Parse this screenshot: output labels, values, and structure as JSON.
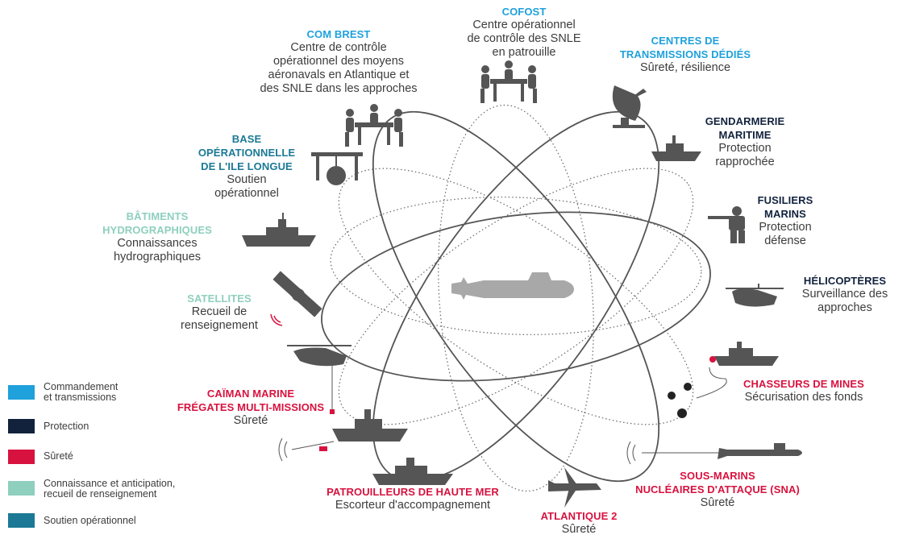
{
  "colors": {
    "commandement": "#1fa1dc",
    "protection": "#12223d",
    "surete": "#d8123f",
    "connaissance": "#8ecfbd",
    "soutien": "#1b7996",
    "icon": "#555555"
  },
  "center": {
    "label": "SNLE"
  },
  "nodes": {
    "cofost": {
      "title": "COFOST",
      "desc": [
        "Centre opérationnel",
        "de contrôle des SNLE",
        "en patrouille"
      ]
    },
    "com_brest": {
      "title": "COM BREST",
      "desc": [
        "Centre de contrôle",
        "opérationnel des moyens",
        "aéronavals en Atlantique et",
        "des SNLE dans les approches"
      ]
    },
    "centres_transmissions": {
      "title": [
        "CENTRES DE",
        "TRANSMISSIONS DÉDIÉS"
      ],
      "desc": [
        "Sûreté, résilience"
      ]
    },
    "gendarmerie": {
      "title": [
        "GENDARMERIE",
        "MARITIME"
      ],
      "desc": [
        "Protection",
        "rapprochée"
      ]
    },
    "base_ile_longue": {
      "title": [
        "BASE",
        "OPÉRATIONNELLE",
        "DE L'ILE LONGUE"
      ],
      "desc": [
        "Soutien",
        "opérationnel"
      ]
    },
    "batiments_hydro": {
      "title": [
        "BÂTIMENTS",
        "HYDROGRAPHIQUES"
      ],
      "desc": [
        "Connaissances",
        "hydrographiques"
      ]
    },
    "fusiliers": {
      "title": [
        "FUSILIERS",
        "MARINS"
      ],
      "desc": [
        "Protection",
        "défense"
      ]
    },
    "helicopteres": {
      "title": "HÉLICOPTÈRES",
      "desc": [
        "Surveillance des",
        "approches"
      ]
    },
    "satellites": {
      "title": "SATELLITES",
      "desc": [
        "Recueil de",
        "renseignement"
      ]
    },
    "chasseurs": {
      "title": "CHASSEURS DE MINES",
      "desc": [
        "Sécurisation des fonds"
      ]
    },
    "caiman": {
      "title": [
        "CAÏMAN MARINE",
        "FRÉGATES MULTI-MISSIONS"
      ],
      "desc": [
        "Sûreté"
      ]
    },
    "sna": {
      "title": [
        "SOUS-MARINS",
        "NUCLÉAIRES D'ATTAQUE (SNA)"
      ],
      "desc": [
        "Sûreté"
      ]
    },
    "patrouilleurs": {
      "title": "PATROUILLEURS DE HAUTE MER",
      "desc": [
        "Escorteur d'accompagnement"
      ]
    },
    "atlantique": {
      "title": "ATLANTIQUE 2",
      "desc": [
        "Sûreté"
      ]
    }
  },
  "legend": [
    {
      "label": [
        "Commandement",
        "et transmissions"
      ],
      "color": "#1fa1dc"
    },
    {
      "label": [
        "Protection"
      ],
      "color": "#12223d"
    },
    {
      "label": [
        "Sûreté"
      ],
      "color": "#d8123f"
    },
    {
      "label": [
        "Connaissance et anticipation,",
        "recueil de renseignement"
      ],
      "color": "#8ecfbd"
    },
    {
      "label": [
        "Soutien opérationnel"
      ],
      "color": "#1b7996"
    }
  ]
}
